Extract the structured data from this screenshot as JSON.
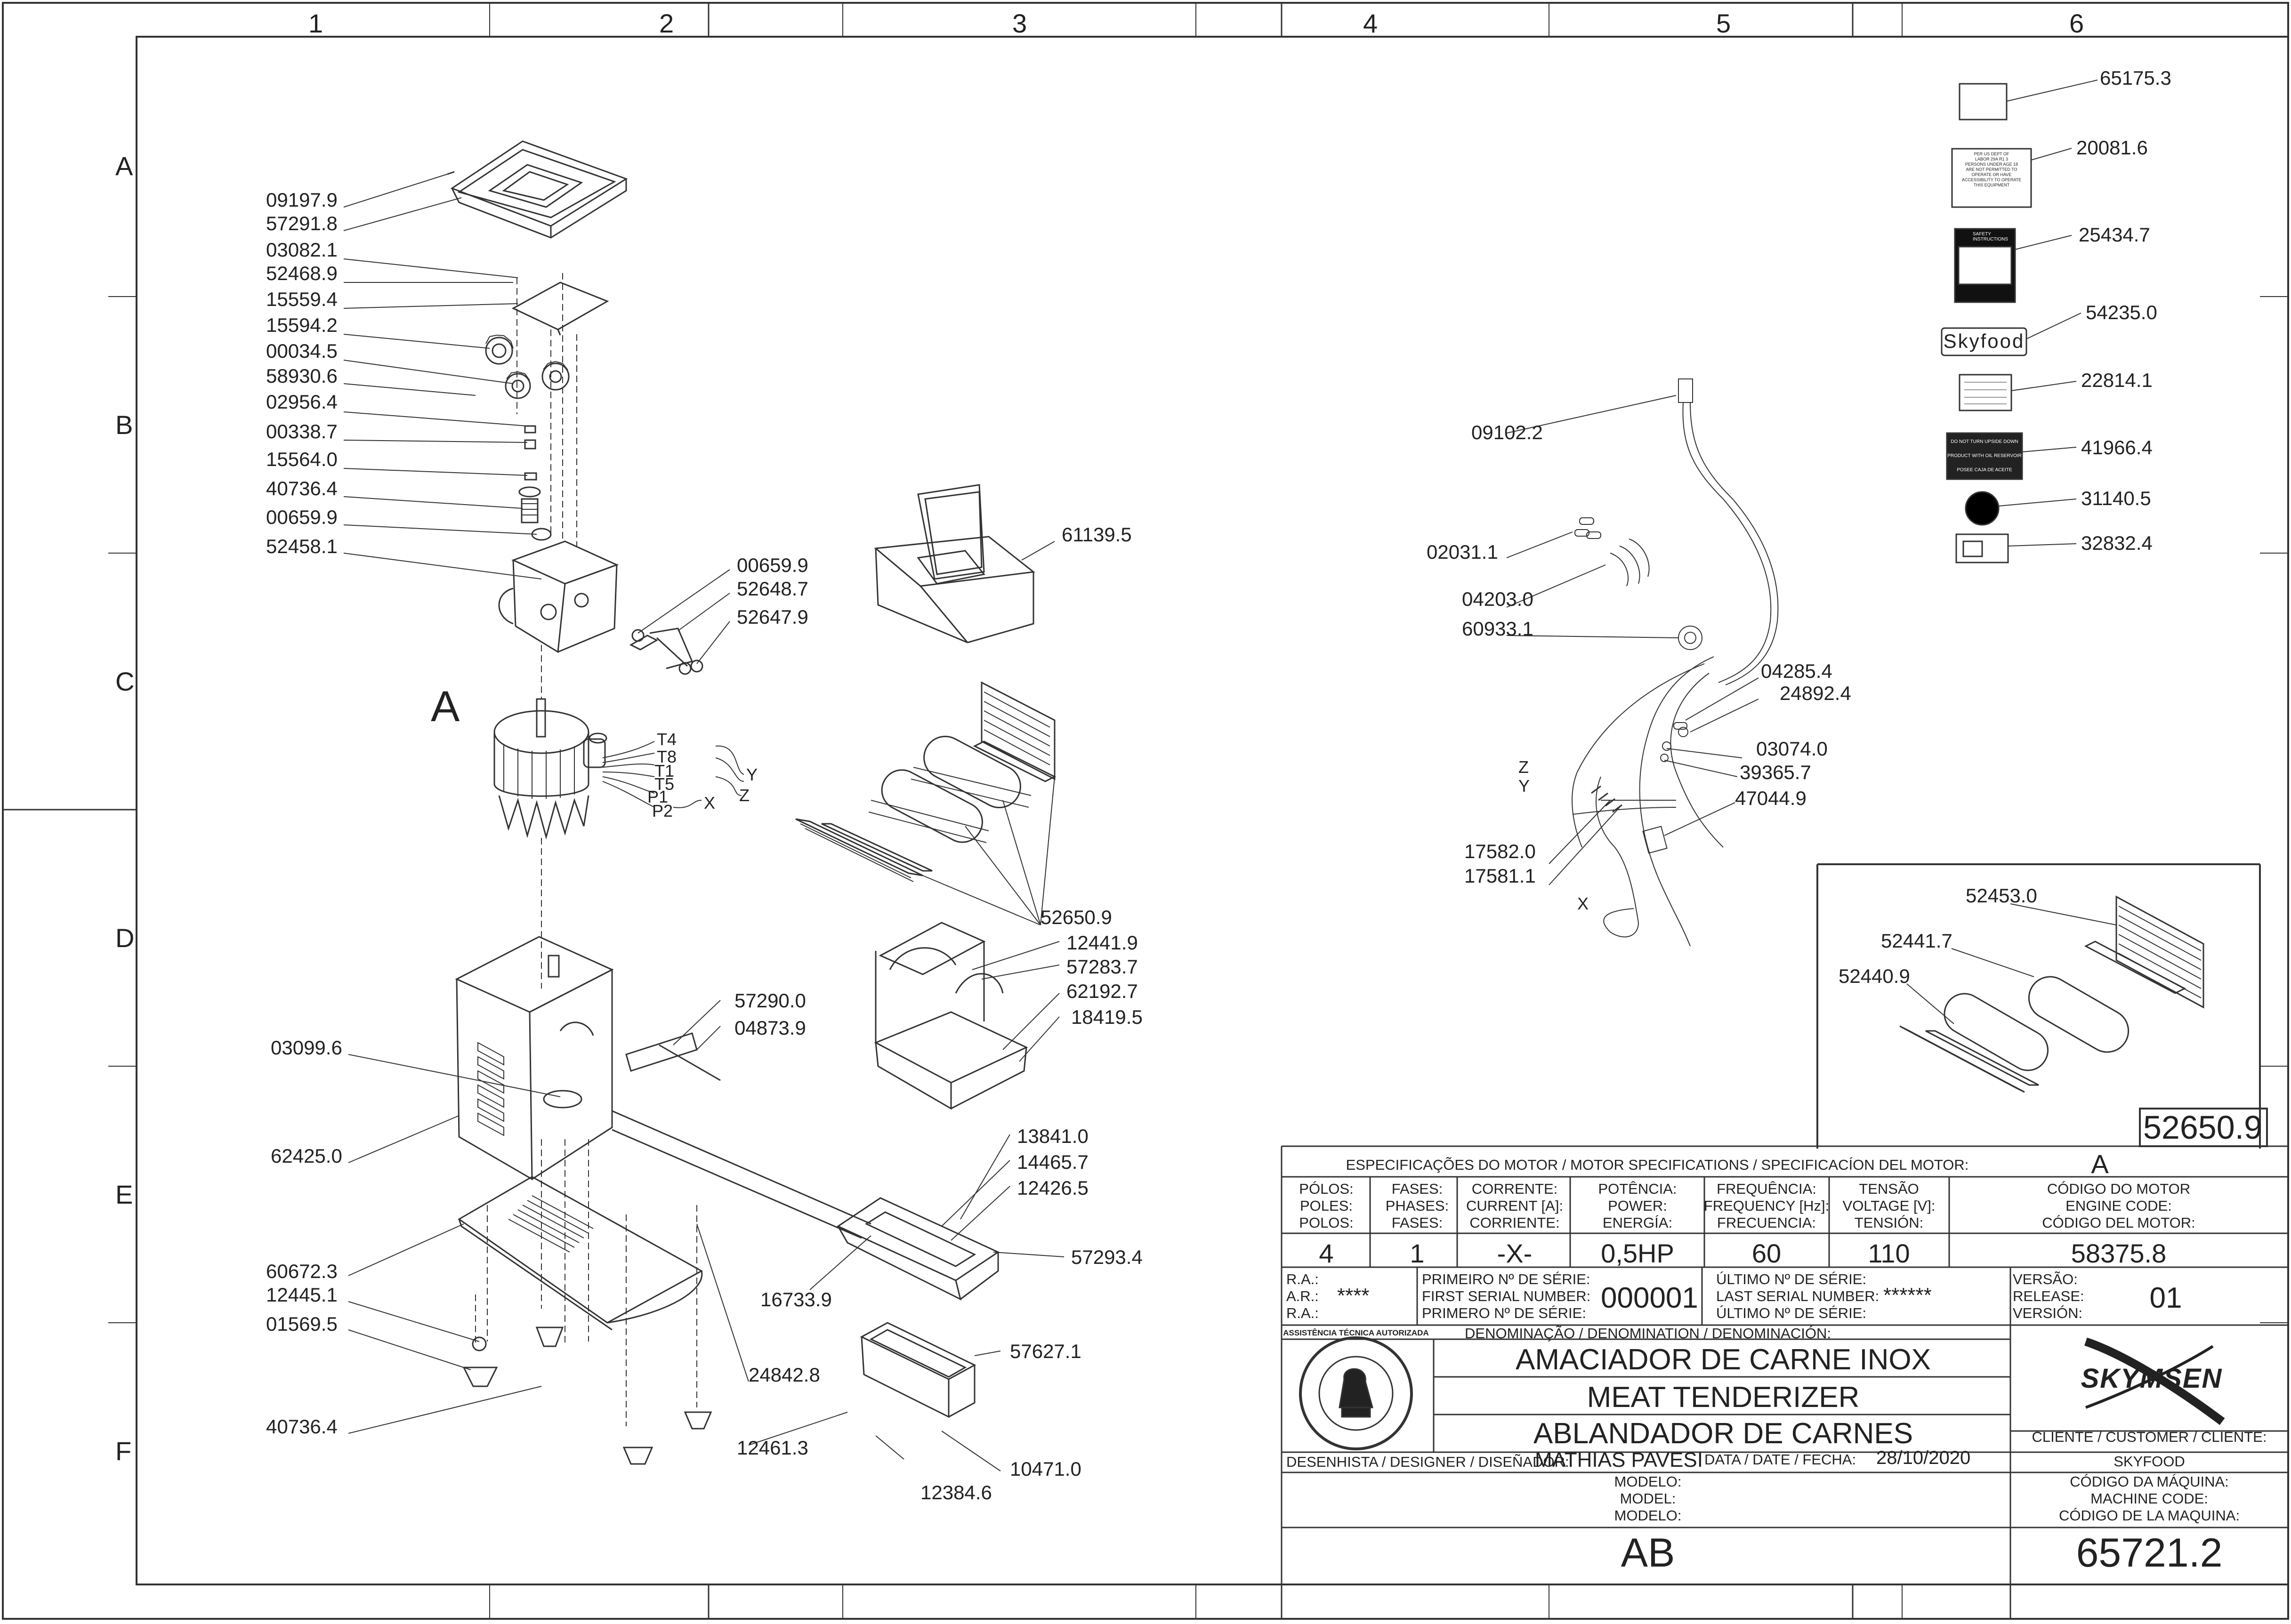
{
  "zones": {
    "columns": [
      "1",
      "2",
      "3",
      "4",
      "5",
      "6"
    ],
    "rows": [
      "A",
      "B",
      "C",
      "D",
      "E",
      "F"
    ]
  },
  "callouts_left": [
    "09197.9",
    "57291.8",
    "03082.1",
    "52468.9",
    "15559.4",
    "15594.2",
    "00034.5",
    "58930.6",
    "02956.4",
    "00338.7",
    "15564.0",
    "40736.4",
    "00659.9",
    "52458.1"
  ],
  "callouts_mid": [
    "00659.9",
    "52648.7",
    "52647.9"
  ],
  "motor": {
    "letter": "A",
    "wires": [
      "T4",
      "T8",
      "T1",
      "T5",
      "P1",
      "P2"
    ],
    "ends": [
      "Y",
      "Z",
      "X"
    ]
  },
  "callouts_lower_left": [
    "03099.6",
    "62425.0",
    "60672.3",
    "12445.1",
    "01569.5",
    "40736.4",
    "24842.8",
    "12461.3",
    "12384.6",
    "10471.0",
    "16733.9",
    "57627.1",
    "13841.0",
    "14465.7",
    "12426.5",
    "57293.4",
    "57290.0",
    "04873.9"
  ],
  "callouts_rollers": [
    "61139.5",
    "52650.9",
    "12441.9",
    "57283.7",
    "62192.7",
    "18419.5"
  ],
  "callouts_wiring": [
    "09102.2",
    "02031.1",
    "04203.0",
    "60933.1",
    "04285.4",
    "24892.4",
    "03074.0",
    "39365.7",
    "47044.9",
    "17582.0",
    "17581.1"
  ],
  "wiring_ends": [
    "Z",
    "Y",
    "X"
  ],
  "labels_right": [
    "65175.3",
    "20081.6",
    "25434.7",
    "54235.0",
    "22814.1",
    "41966.4",
    "31140.5",
    "32832.4"
  ],
  "decal_texts": {
    "warning": [
      "PER US DEPT OF",
      "LABOR 29A R1 3",
      "PERSONS UNDER AGE 18",
      "ARE NOT PERMITTED TO",
      "OPERATE OR HAVE",
      "ACCESSIBILITY TO OPERATE",
      "THIS EQUIPMENT"
    ],
    "brand": "Skyfood",
    "safety": [
      "SAFETY",
      "INSTRUCTIONS"
    ],
    "oil": [
      "DO NOT TURN UPSIDE DOWN",
      "PRODUCT WITH OIL RESERVOIR",
      "POSEE CAJA DE ACEITE"
    ]
  },
  "inset": {
    "callouts": [
      "52453.0",
      "52441.7",
      "52440.9"
    ],
    "code": "52650.9"
  },
  "title_block": {
    "motor_header": "ESPECIFICAÇÕES DO MOTOR / MOTOR SPECIFICATIONS / SPECIFICACÍON DEL MOTOR:",
    "motor_letter": "A",
    "col_poles": [
      "PÓLOS:",
      "POLES:",
      "POLOS:"
    ],
    "col_phases": [
      "FASES:",
      "PHASES:",
      "FASES:"
    ],
    "col_current": [
      "CORRENTE:",
      "CURRENT [A]:",
      "CORRIENTE:"
    ],
    "col_power": [
      "POTÊNCIA:",
      "POWER:",
      "ENERGÍA:"
    ],
    "col_frequency": [
      "FREQUÊNCIA:",
      "FREQUENCY [Hz]:",
      "FRECUENCIA:"
    ],
    "col_voltage": [
      "TENSÃO",
      "VOLTAGE [V]:",
      "TENSIÓN:"
    ],
    "col_engine": [
      "CÓDIGO DO MOTOR",
      "ENGINE CODE:",
      "CÓDIGO DEL MOTOR:"
    ],
    "poles": "4",
    "phases": "1",
    "current": "-X-",
    "power": "0,5HP",
    "frequency": "60",
    "voltage": "110",
    "engine_code": "58375.8",
    "ra_labels": [
      "R.A.:",
      "A.R.:",
      "R.A.:"
    ],
    "ra_value": "****",
    "first_serial_labels": [
      "PRIMEIRO Nº DE SÉRIE:",
      "FIRST SERIAL NUMBER:",
      "PRIMERO Nº DE SÉRIE:"
    ],
    "first_serial": "000001",
    "last_serial_labels": [
      "ÚLTIMO Nº DE SÉRIE:",
      "LAST SERIAL NUMBER:",
      "ÚLTIMO Nº DE SÉRIE:"
    ],
    "last_serial": "******",
    "version_labels": [
      "VERSÃO:",
      "RELEASE:",
      "VERSIÓN:"
    ],
    "version": "01",
    "denomination_header": "DENOMINAÇÃO / DENOMINATION / DENOMINACIÓN:",
    "names": [
      "AMACIADOR DE CARNE INOX",
      "MEAT TENDERIZER",
      "ABLANDADOR DE CARNES"
    ],
    "seal_text": [
      "ASSISTÊNCIA TÉCNICA AUTORIZADA"
    ],
    "brand": "SKYMSEN",
    "client_label": "CLIENTE / CUSTOMER / CLIENTE:",
    "client": "SKYFOOD",
    "designer_label": "DESENHISTA / DESIGNER / DISEÑADOR:",
    "designer": "MATHIAS PAVESI",
    "date_label": "DATA / DATE / FECHA:",
    "date": "28/10/2020",
    "model_labels": [
      "MODELO:",
      "MODEL:",
      "MODELO:"
    ],
    "model": "AB",
    "machine_code_labels": [
      "CÓDIGO DA MÁQUINA:",
      "MACHINE CODE:",
      "CÓDIGO DE LA MAQUINA:"
    ],
    "machine_code": "65721.2"
  }
}
